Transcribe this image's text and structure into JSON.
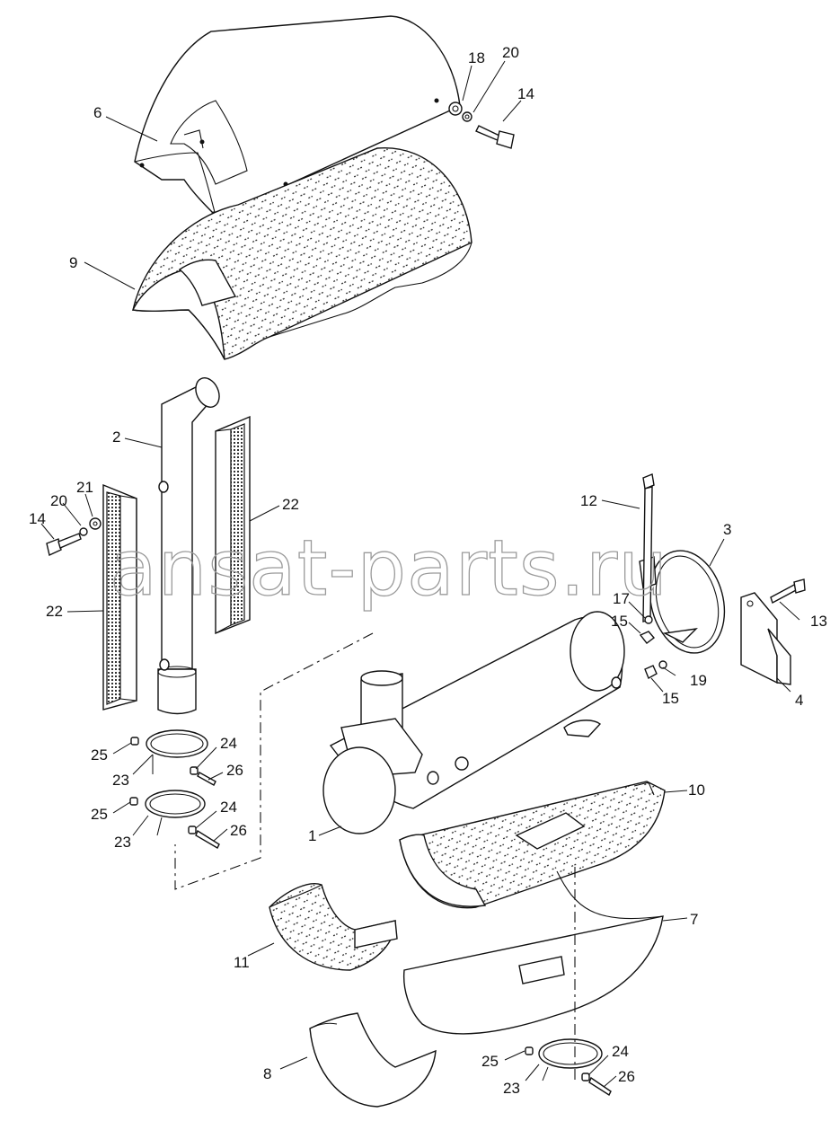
{
  "watermark": "ansat-parts.ru",
  "callouts": {
    "c1": "1",
    "c2": "2",
    "c3": "3",
    "c4": "4",
    "c6": "6",
    "c7": "7",
    "c8": "8",
    "c9": "9",
    "c10": "10",
    "c11": "11",
    "c12": "12",
    "c13": "13",
    "c14a": "14",
    "c14b": "14",
    "c15a": "15",
    "c15b": "15",
    "c17": "17",
    "c18": "18",
    "c19": "19",
    "c20a": "20",
    "c20b": "20",
    "c21": "21",
    "c22a": "22",
    "c22b": "22",
    "c23a": "23",
    "c23b": "23",
    "c23c": "23",
    "c24a": "24",
    "c24b": "24",
    "c24c": "24",
    "c25a": "25",
    "c25b": "25",
    "c25c": "25",
    "c26a": "26",
    "c26b": "26",
    "c26c": "26"
  }
}
